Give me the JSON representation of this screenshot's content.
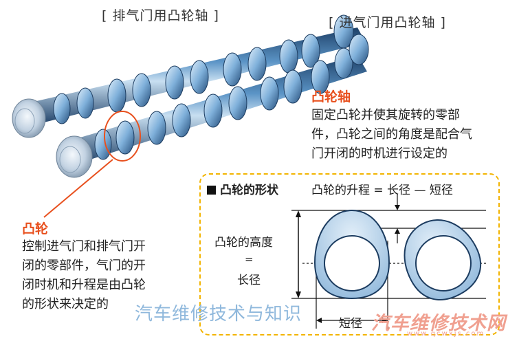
{
  "labels": {
    "exhaust_camshaft": "[ 排气门用凸轮轴 ]",
    "intake_camshaft": "[ 进气门用凸轮轴 ]"
  },
  "camshaft": {
    "title": "凸轮轴",
    "description": [
      "固定凸轮并使其旋转的零部",
      "件，凸轮之间的角度是配合气",
      "门开闭的时机进行设定的"
    ]
  },
  "cam": {
    "title": "凸轮",
    "description": [
      "控制进气门和排气门开",
      "闭的零部件，气门的开",
      "闭时机和升程是由凸轮",
      "的形状来决定的"
    ]
  },
  "cam_shape": {
    "title": "凸轮的形状",
    "formula": "凸轮的升程 = 长径 — 短径",
    "height_label": "凸轮的高度",
    "equals": "=",
    "long_diameter": "长径",
    "short_diameter": "短径"
  },
  "watermarks": {
    "text": "汽车维修技术与知识",
    "brand": "汽车维修技术网",
    "url": "www.qcwxjs.com"
  },
  "colors": {
    "accent_orange": "#e8501e",
    "shaft_blue": "#2e6fa8",
    "box_yellow": "#f2b400",
    "cam_fill": "#b9d3ea"
  }
}
